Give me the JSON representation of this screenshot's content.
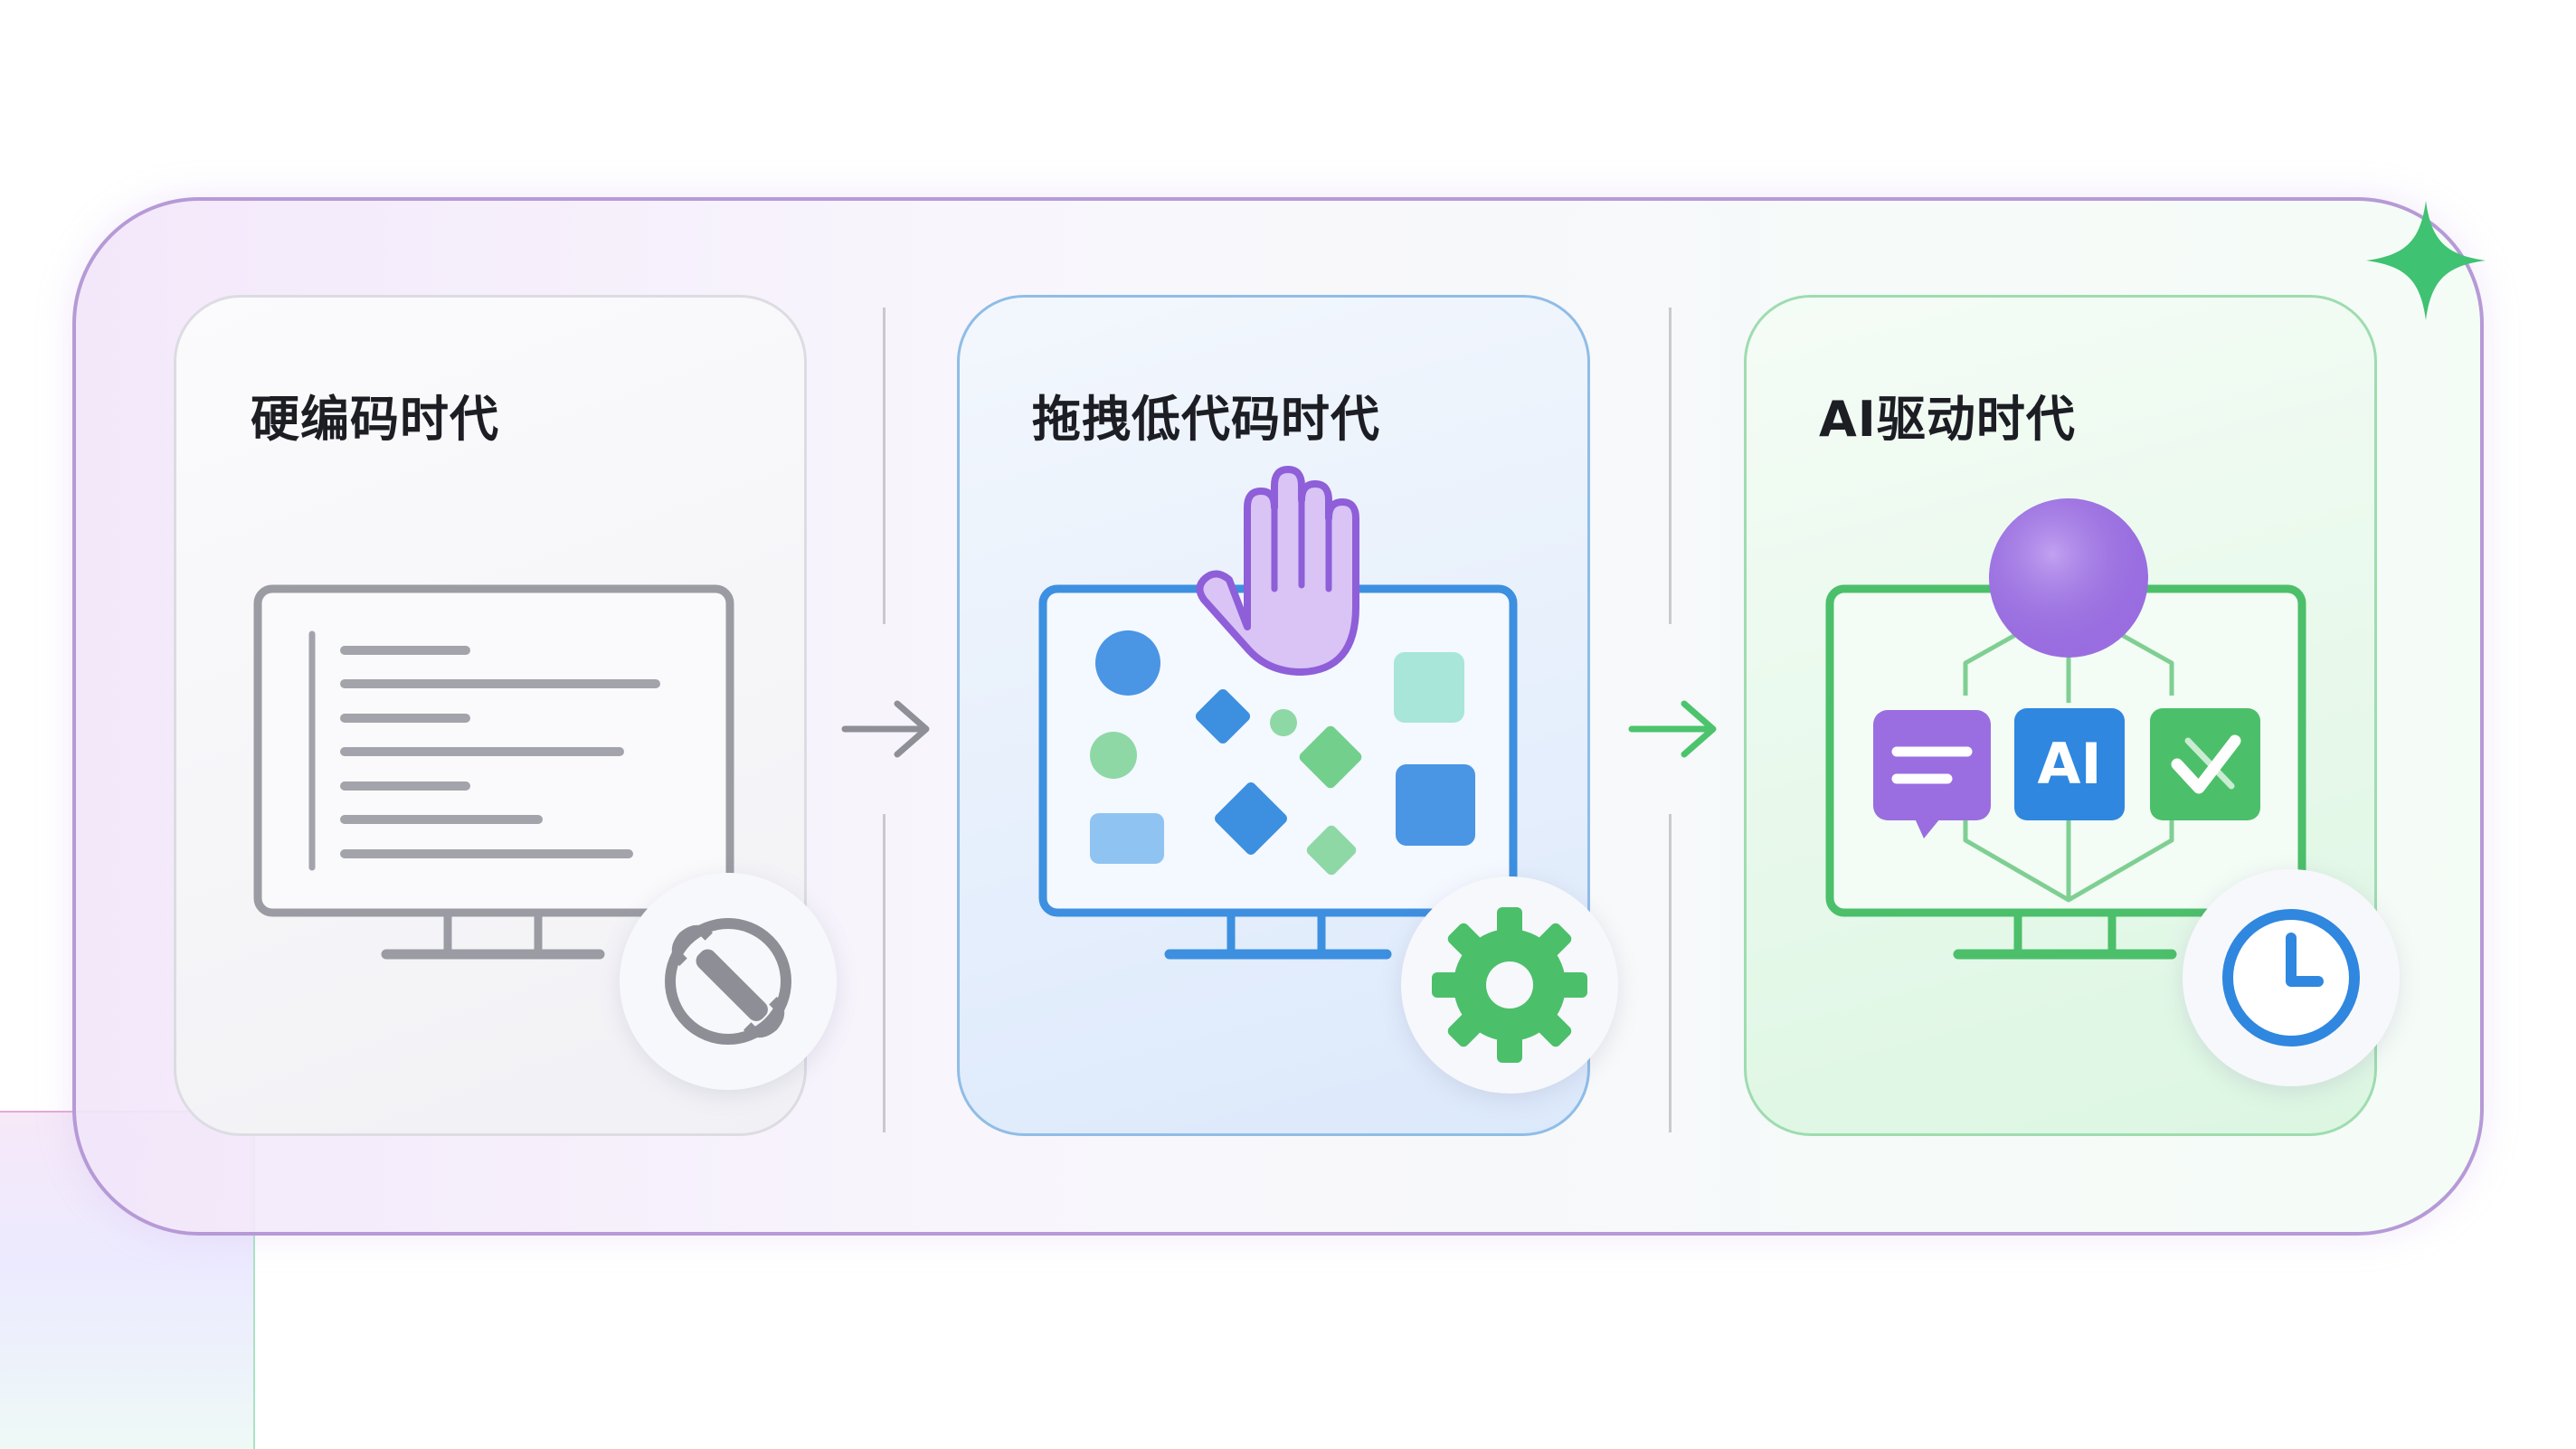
{
  "stages": [
    {
      "title": "硬编码时代",
      "badge_icon": "wrench-icon",
      "accent": "#9b9ba3"
    },
    {
      "title": "拖拽低代码时代",
      "badge_icon": "gear-icon",
      "accent": "#3d8fe0"
    },
    {
      "title": "AI驱动时代",
      "badge_icon": "clock-icon",
      "accent": "#4cbf6a"
    }
  ],
  "ai_chip_label": "AI",
  "colors": {
    "frame": "#b69ad6",
    "gray": "#9b9ba3",
    "blue": "#3d8fe0",
    "green": "#4cbf6a",
    "purple": "#9a6ee0"
  }
}
